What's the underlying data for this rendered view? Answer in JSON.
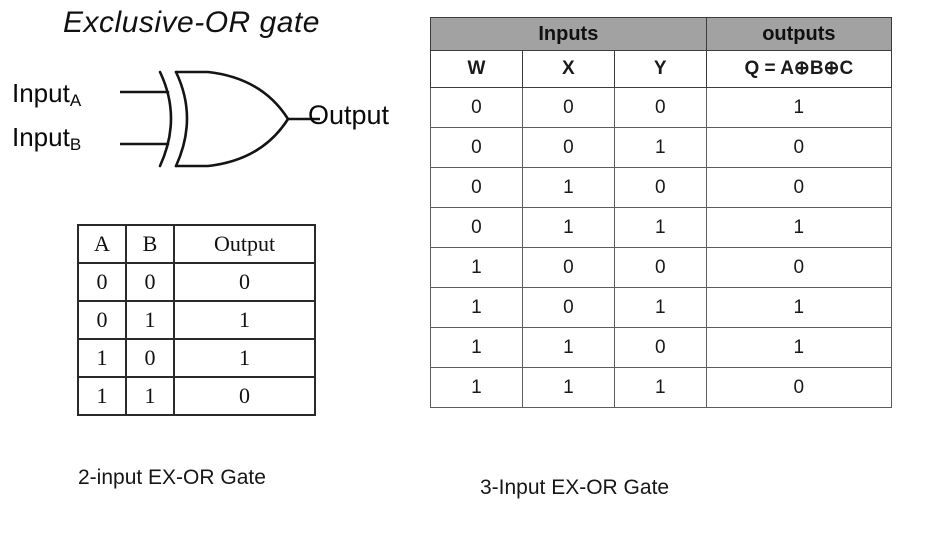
{
  "diagram": {
    "title": "Exclusive-OR gate",
    "gate_symbol_name": "xor-gate-symbol",
    "inputs": [
      {
        "name": "Input",
        "subscript": "A"
      },
      {
        "name": "Input",
        "subscript": "B"
      }
    ],
    "output_label": "Output"
  },
  "table_2input": {
    "headers": [
      "A",
      "B",
      "Output"
    ],
    "rows": [
      [
        "0",
        "0",
        "0"
      ],
      [
        "0",
        "1",
        "1"
      ],
      [
        "1",
        "0",
        "1"
      ],
      [
        "1",
        "1",
        "0"
      ]
    ]
  },
  "table_3input": {
    "group_headers": [
      "Inputs",
      "outputs"
    ],
    "headers": [
      "W",
      "X",
      "Y",
      "Q = A⊕B⊕C"
    ],
    "header_bg": "#a2a2a2",
    "rows": [
      [
        "0",
        "0",
        "0",
        "1"
      ],
      [
        "0",
        "0",
        "1",
        "0"
      ],
      [
        "0",
        "1",
        "0",
        "0"
      ],
      [
        "0",
        "1",
        "1",
        "1"
      ],
      [
        "1",
        "0",
        "0",
        "0"
      ],
      [
        "1",
        "0",
        "1",
        "1"
      ],
      [
        "1",
        "1",
        "0",
        "1"
      ],
      [
        "1",
        "1",
        "1",
        "0"
      ]
    ]
  },
  "captions": {
    "left": "2-input EX-OR Gate",
    "right": "3-Input EX-OR Gate"
  }
}
